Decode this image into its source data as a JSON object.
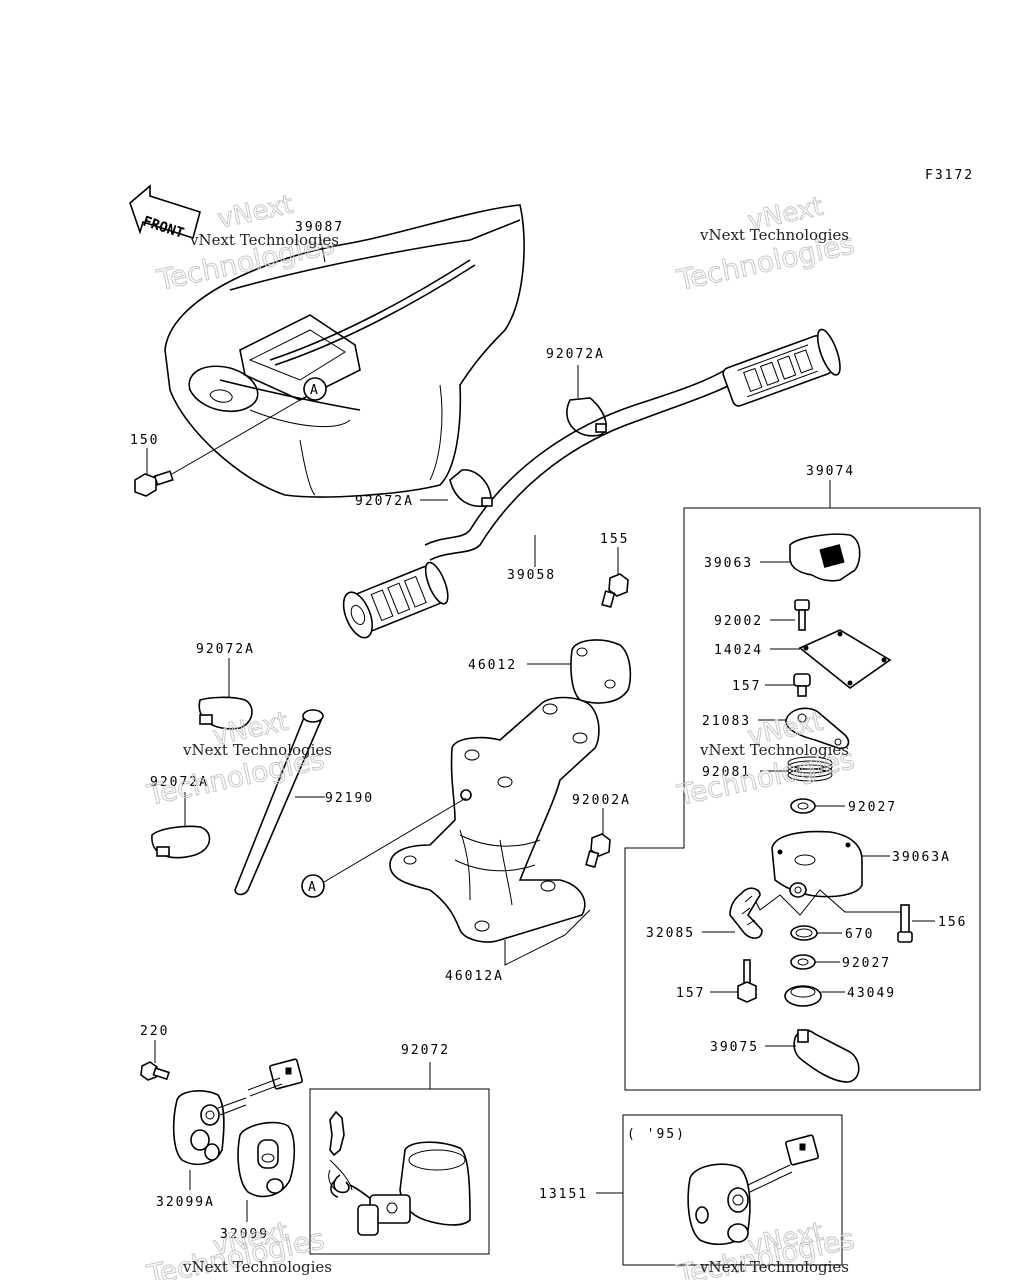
{
  "figure_code": "F3172",
  "front_arrow_label": "FRONT",
  "watermark": {
    "line1": "vNext",
    "line2": "Technologies",
    "small": "vNext Technologies"
  },
  "parts": {
    "p39087": "39087",
    "p150": "150",
    "p92072A_1": "92072A",
    "p92072A_2": "92072A",
    "p92072A_3": "92072A",
    "p92072A_4": "92072A",
    "p39058": "39058",
    "p155": "155",
    "p46012": "46012",
    "p46012A": "46012A",
    "p92190": "92190",
    "p92002A": "92002A",
    "p39074": "39074",
    "p39063": "39063",
    "p92002": "92002",
    "p14024": "14024",
    "p157_1": "157",
    "p21083": "21083",
    "p92081": "92081",
    "p92027_1": "92027",
    "p39063A": "39063A",
    "p156": "156",
    "p32085": "32085",
    "p670": "670",
    "p92027_2": "92027",
    "p157_2": "157",
    "p43049": "43049",
    "p39075": "39075",
    "p220": "220",
    "p92072": "92072",
    "p32099A": "32099A",
    "p32099": "32099",
    "p13151": "13151",
    "year_note": "( '95)",
    "ref_a1": "A",
    "ref_a2": "A"
  }
}
